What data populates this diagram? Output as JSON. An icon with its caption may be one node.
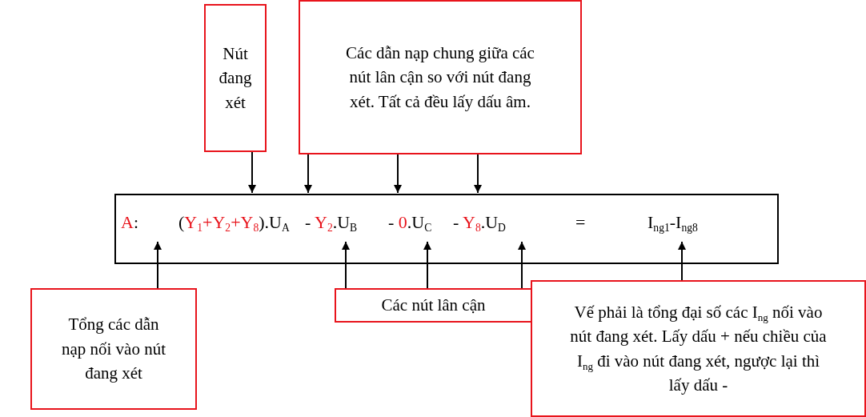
{
  "diagram": {
    "nodes": [
      {
        "text": [
          "Nút đang xét"
        ]
      },
      {
        "text": [
          "Các dẫn nạp chung giữa các nút lân cận so với nút đang xét. Tất cả đều lấy dấu âm."
        ]
      },
      {
        "text": [
          "A:",
          "(Y$_{1}$+Y$_{2}$+Y$_{8}$).U$_{A}$",
          "- Y$_{2}$.U$_{B}$",
          "- 0.U$_{C}$",
          "- Y$_{8}$.U$_{D}$",
          "=",
          "I$_{ng1}$-I$_{ng8}$"
        ]
      },
      {
        "text": [
          "Tổng các dẫn nạp nối vào nút đang xét"
        ]
      },
      {
        "text": [
          "Các nút lân cận"
        ]
      },
      {
        "text": [
          "Vế phải là tổng đại số các I$_{ng}$ nối vào nút đang xét. Lấy dấu + nếu chiều của I$_{ng}$ đi vào nút đang xét, ngược lại thì lấy dấu -"
        ]
      }
    ],
    "edges": [
      {
        "from": 0,
        "to": 2,
        "arrow": "to"
      },
      {
        "from": 1,
        "to": 2,
        "arrow": "to"
      },
      {
        "from": 1,
        "to": 2,
        "arrow": "to"
      },
      {
        "from": 1,
        "to": 2,
        "arrow": "to"
      },
      {
        "from": 3,
        "to": 2,
        "arrow": "to"
      },
      {
        "from": 4,
        "to": 2,
        "arrow": "to"
      },
      {
        "from": 4,
        "to": 2,
        "arrow": "to"
      },
      {
        "from": 4,
        "to": 2,
        "arrow": "to"
      },
      {
        "from": 5,
        "to": 2,
        "arrow": "to"
      }
    ]
  }
}
